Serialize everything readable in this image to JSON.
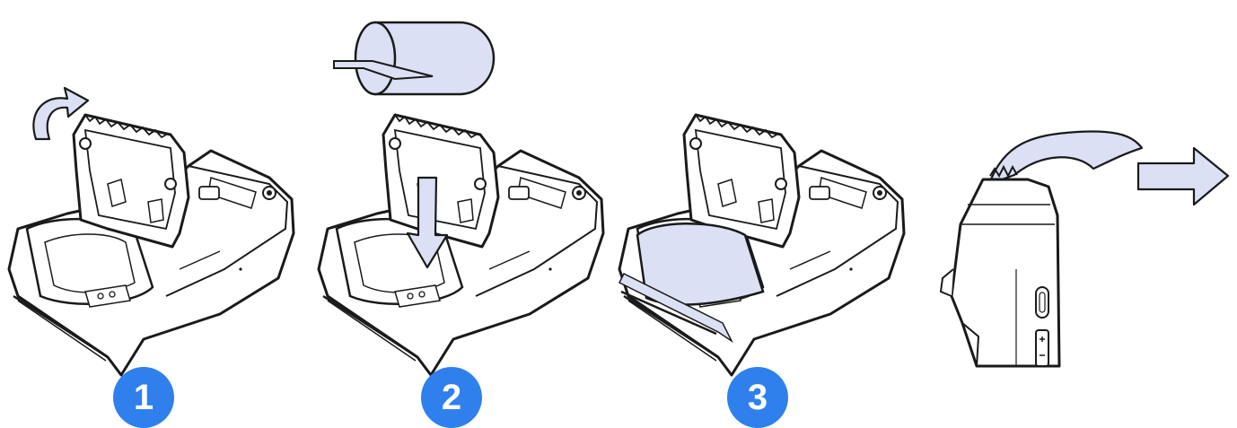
{
  "colors": {
    "badge": "#2F80ED",
    "line": "#1a1a1a",
    "fill": "#ffffff",
    "paper": "#DCE0F4",
    "arrow_fill": "#DCE0F4"
  },
  "steps": [
    {
      "number": "1",
      "icons": [
        "open-lid-arrow-icon",
        "printer-open-icon"
      ]
    },
    {
      "number": "2",
      "icons": [
        "paper-roll-icon",
        "down-arrow-icon",
        "printer-open-icon"
      ]
    },
    {
      "number": "3",
      "icons": [
        "printer-loaded-icon"
      ]
    },
    {
      "number": "",
      "icons": [
        "printer-side-view-icon",
        "tear-paper-icon",
        "right-arrow-icon"
      ]
    }
  ]
}
